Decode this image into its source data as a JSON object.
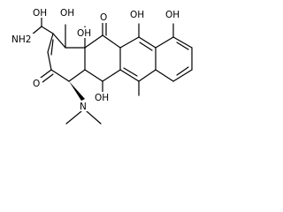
{
  "molecule": {
    "atom_labels": {
      "amide_oh": "OH",
      "amide_nh2": "NH2",
      "oh_c1": "OH",
      "oh_c12a": "OH",
      "o_c11": "O",
      "oh_c10": "OH",
      "oh_c11_enol": "OH",
      "o_c3": "O",
      "oh_c5": "OH",
      "n_dimethylamino": "N"
    }
  }
}
